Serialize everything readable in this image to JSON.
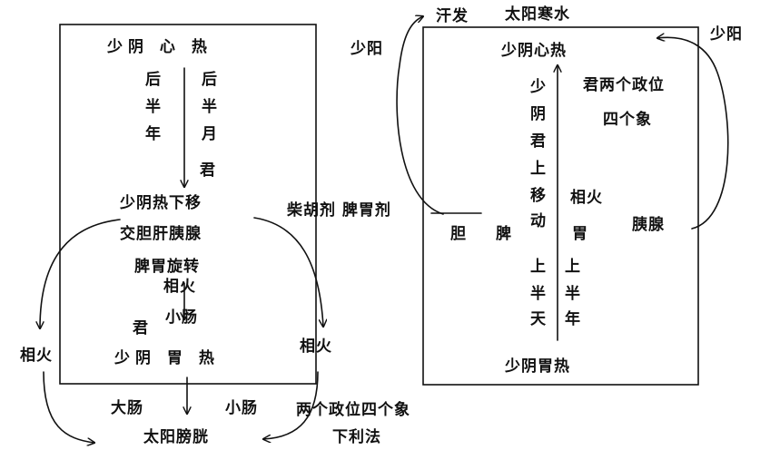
{
  "stroke_color": "#111111",
  "left_diagram": {
    "top_label": "少阴 心 热",
    "left_column": [
      "后",
      "半",
      "年"
    ],
    "right_column": [
      "后",
      "半",
      "月"
    ],
    "jun_mid": "君",
    "move_down": "少阴热下移",
    "organs_line": "交胆肝胰腺",
    "spleen_stomach": "脾胃旋转",
    "xiang_huo": "相火",
    "small_intestine": "小肠",
    "jun_lower": "君",
    "bottom_label": "少阴 胃 热"
  },
  "outer_left": {
    "side_left": "相火",
    "side_right": "相火",
    "large_intestine": "大肠",
    "small_intestine": "小肠",
    "bladder": "太阳膀胱",
    "two_positions": "两个政位四个象",
    "purge_method": "下利法"
  },
  "middle": {
    "prescription": "柴胡剂 脾胃剂"
  },
  "right_diagram": {
    "sweat": "汗发",
    "taiyang_cold": "太阳寒水",
    "shaoyang_left": "少阳",
    "shaoyang_right": "少阳",
    "top_label": "少阴心热",
    "move_up_column": [
      "少",
      "阴",
      "君",
      "上",
      "移",
      "动"
    ],
    "two_positions": "君两个政位",
    "four_images": "四个象",
    "xiang_huo": "相火",
    "gallbladder": "胆",
    "spleen": "脾",
    "stomach": "胃",
    "pancreas": "胰腺",
    "left_bottom_column": [
      "上",
      "半",
      "天"
    ],
    "right_bottom_column": [
      "上",
      "半",
      "年"
    ],
    "bottom_label": "少阴胃热"
  }
}
